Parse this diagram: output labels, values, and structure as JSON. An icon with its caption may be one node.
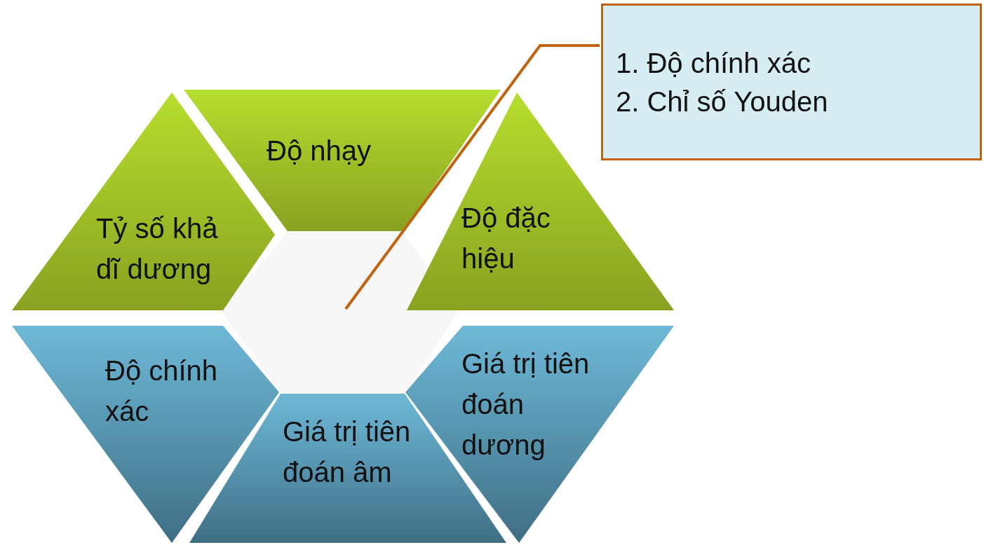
{
  "diagram": {
    "nodes": [
      {
        "text": [],
        "shape": "hexagon"
      },
      {
        "text": [
          "Độ nhạy"
        ]
      },
      {
        "text": [
          "Độ đặc hiệu"
        ]
      },
      {
        "text": [
          "Giá trị tiên đoán dương"
        ]
      },
      {
        "text": [
          "Giá trị tiên đoán âm"
        ]
      },
      {
        "text": [
          "Độ chính xác"
        ]
      },
      {
        "text": [
          "Tỷ số khả dĩ dương"
        ]
      },
      {
        "text": [
          "1. Độ chính xác",
          "2. Chỉ số Youden"
        ]
      }
    ],
    "edges": [
      {
        "from": 7,
        "to": 0,
        "arrow": "none"
      }
    ]
  }
}
